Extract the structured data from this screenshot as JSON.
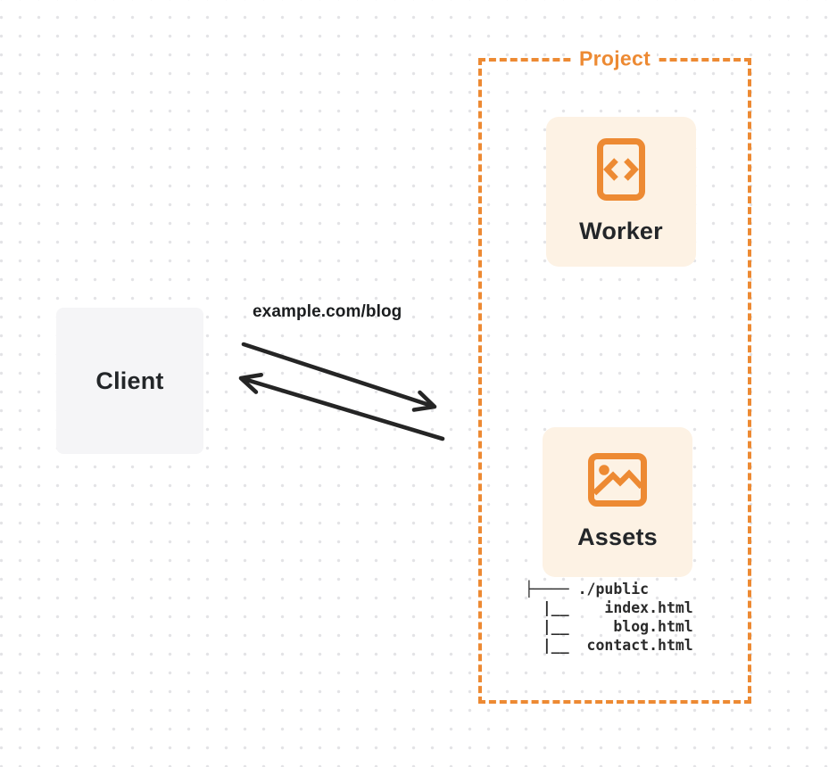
{
  "colors": {
    "accent": "#ED8A33",
    "card_bg": "#FDF2E4",
    "client_bg": "#F5F5F7",
    "text_dark": "#232629",
    "arrow": "#252525",
    "dot": "#E3E3E6",
    "bg": "#FFFFFF"
  },
  "client": {
    "label": "Client"
  },
  "request": {
    "label": "example.com/blog"
  },
  "project": {
    "label": "Project",
    "worker": {
      "label": "Worker",
      "icon": "code-file-icon"
    },
    "assets": {
      "label": "Assets",
      "icon": "image-icon",
      "file_tree": "├──── ./public\n  |__    index.html\n  |__     blog.html\n  |__  contact.html"
    }
  }
}
